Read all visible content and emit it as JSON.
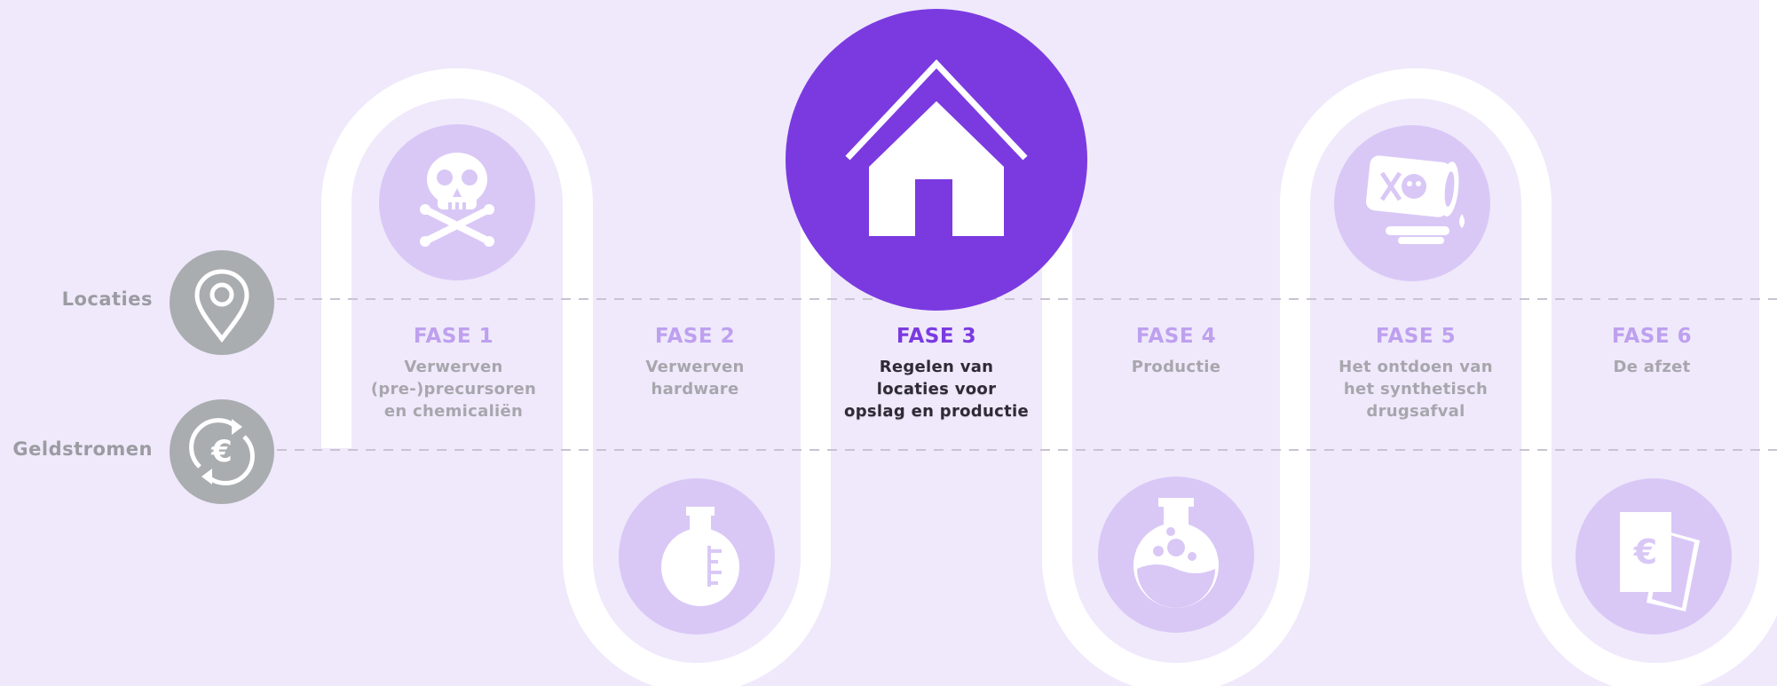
{
  "rows": {
    "locaties_label": "Locaties",
    "geldstromen_label": "Geldstromen"
  },
  "side_icons": {
    "locaties_icon": "map-pin-icon",
    "geldstromen_icon": "euro-cycle-icon"
  },
  "phases": [
    {
      "title": "FASE 1",
      "description_lines": [
        "Verwerven",
        "(pre-)precursoren",
        "en chemicaliën"
      ],
      "icon": "skull-crossbones-icon",
      "active": false
    },
    {
      "title": "FASE 2",
      "description_lines": [
        "Verwerven",
        "hardware"
      ],
      "icon": "lab-flask-icon",
      "active": false
    },
    {
      "title": "FASE 3",
      "description_lines": [
        "Regelen van",
        "locaties voor",
        "opslag en productie"
      ],
      "icon": "house-icon",
      "active": true
    },
    {
      "title": "FASE 4",
      "description_lines": [
        "Productie"
      ],
      "icon": "bubbling-flask-icon",
      "active": false
    },
    {
      "title": "FASE 5",
      "description_lines": [
        "Het ontdoen van",
        "het synthetisch",
        "drugsafval"
      ],
      "icon": "toxic-barrel-icon",
      "active": false
    },
    {
      "title": "FASE 6",
      "description_lines": [
        "De afzet"
      ],
      "icon": "euro-document-icon",
      "active": false
    }
  ],
  "colors": {
    "background": "#efe9fb",
    "track": "#ffffff",
    "icon_circle": "#d9c8f6",
    "active": "#7b3ae0",
    "inactive_title": "#bea0ef",
    "text_muted": "#a8a6ad",
    "side_icon": "#a9adb0",
    "dashed_line": "#c9c3d2"
  }
}
